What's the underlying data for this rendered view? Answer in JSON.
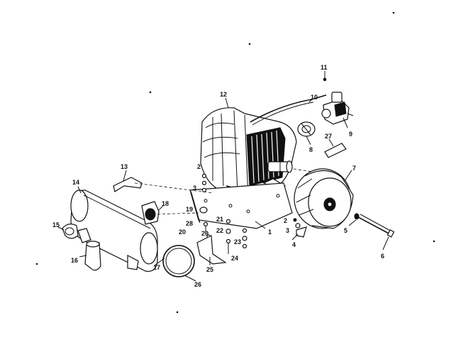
{
  "callouts": [
    {
      "id": "c1",
      "text": "1"
    },
    {
      "id": "c2a",
      "text": "2"
    },
    {
      "id": "c2b",
      "text": "2"
    },
    {
      "id": "c3a",
      "text": "3"
    },
    {
      "id": "c3b",
      "text": "3"
    },
    {
      "id": "c4",
      "text": "4"
    },
    {
      "id": "c5",
      "text": "5"
    },
    {
      "id": "c6",
      "text": "6"
    },
    {
      "id": "c7",
      "text": "7"
    },
    {
      "id": "c8",
      "text": "8"
    },
    {
      "id": "c9",
      "text": "9"
    },
    {
      "id": "c10",
      "text": "10"
    },
    {
      "id": "c11",
      "text": "11"
    },
    {
      "id": "c12",
      "text": "12"
    },
    {
      "id": "c13",
      "text": "13"
    },
    {
      "id": "c14",
      "text": "14"
    },
    {
      "id": "c15",
      "text": "15"
    },
    {
      "id": "c16",
      "text": "16"
    },
    {
      "id": "c17",
      "text": "17"
    },
    {
      "id": "c18",
      "text": "18"
    },
    {
      "id": "c19",
      "text": "19"
    },
    {
      "id": "c20",
      "text": "20"
    },
    {
      "id": "c21",
      "text": "21"
    },
    {
      "id": "c22",
      "text": "22"
    },
    {
      "id": "c23",
      "text": "23"
    },
    {
      "id": "c24",
      "text": "24"
    },
    {
      "id": "c25",
      "text": "25"
    },
    {
      "id": "c26",
      "text": "26"
    },
    {
      "id": "c27",
      "text": "27"
    },
    {
      "id": "c28",
      "text": "28"
    },
    {
      "id": "c29",
      "text": "29"
    }
  ]
}
